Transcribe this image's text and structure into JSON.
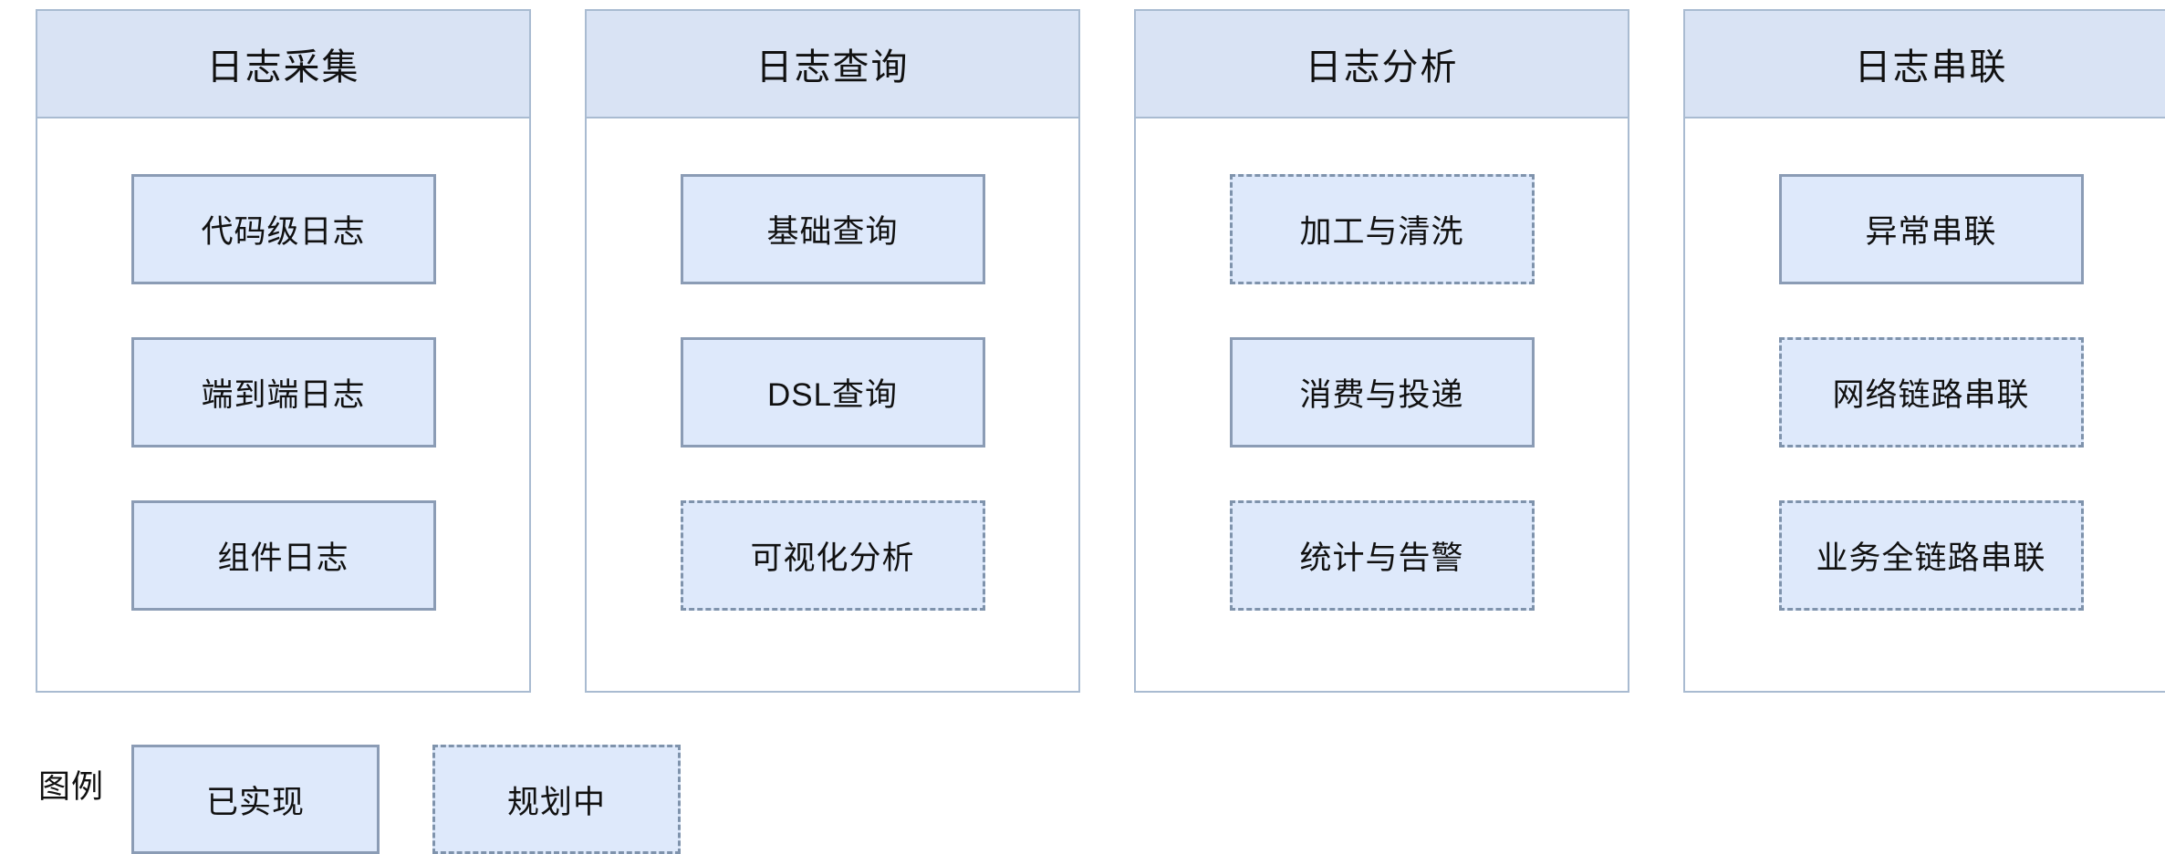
{
  "columns": [
    {
      "title": "日志采集",
      "items": [
        {
          "label": "代码级日志",
          "status": "implemented"
        },
        {
          "label": "端到端日志",
          "status": "implemented"
        },
        {
          "label": "组件日志",
          "status": "implemented"
        }
      ]
    },
    {
      "title": "日志查询",
      "items": [
        {
          "label": "基础查询",
          "status": "implemented"
        },
        {
          "label": "DSL查询",
          "status": "implemented"
        },
        {
          "label": "可视化分析",
          "status": "planned"
        }
      ]
    },
    {
      "title": "日志分析",
      "items": [
        {
          "label": "加工与清洗",
          "status": "planned"
        },
        {
          "label": "消费与投递",
          "status": "implemented"
        },
        {
          "label": "统计与告警",
          "status": "planned"
        }
      ]
    },
    {
      "title": "日志串联",
      "items": [
        {
          "label": "异常串联",
          "status": "implemented"
        },
        {
          "label": "网络链路串联",
          "status": "planned"
        },
        {
          "label": "业务全链路串联",
          "status": "planned"
        }
      ]
    }
  ],
  "legend": {
    "label": "图例",
    "items": [
      {
        "label": "已实现",
        "status": "implemented"
      },
      {
        "label": "规划中",
        "status": "planned"
      }
    ]
  },
  "colors": {
    "header_fill": "#d9e3f4",
    "box_fill": "#dee9fb",
    "frame_border": "#a9bbd1",
    "solid_border": "#8b9cb5",
    "dashed_border": "#7f93ac",
    "text": "#111111"
  }
}
